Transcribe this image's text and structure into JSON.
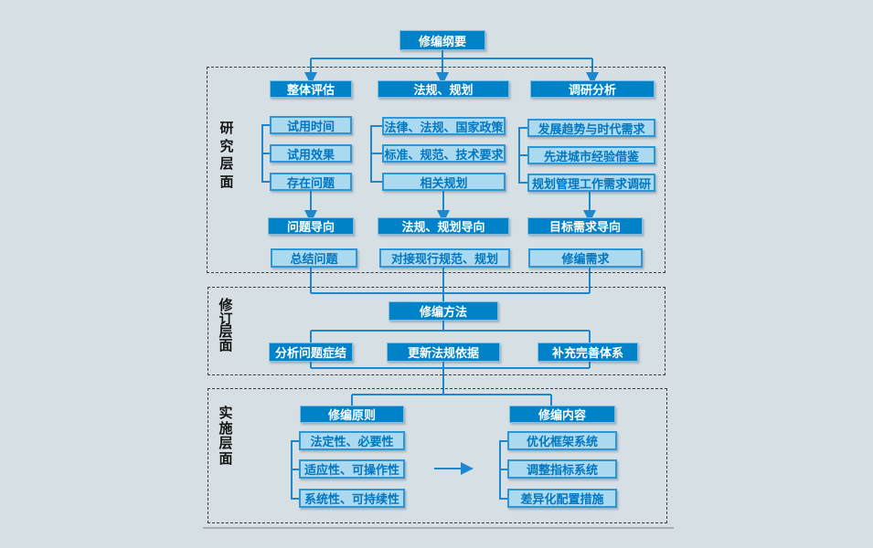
{
  "title_box": {
    "label": "修编纲要"
  },
  "side_labels": [
    "研究层面",
    "修订层面",
    "实施层面"
  ],
  "research": {
    "columns": [
      {
        "header": "整体评估",
        "items": [
          "试用时间",
          "试用效果",
          "存在问题"
        ],
        "orientation": "问题导向",
        "summary": "总结问题"
      },
      {
        "header": "法规、规划",
        "items": [
          "法律、法规、国家政策",
          "标准、规范、技术要求",
          "相关规划"
        ],
        "orientation": "法规、规划导向",
        "summary": "对接现行规范、规划"
      },
      {
        "header": "调研分析",
        "items": [
          "发展趋势与时代需求",
          "先进城市经验借鉴",
          "规划管理工作需求调研"
        ],
        "orientation": "目标需求导向",
        "summary": "修编需求"
      }
    ]
  },
  "revision": {
    "method": "修编方法",
    "items": [
      "分析问题症结",
      "更新法规依据",
      "补充完善体系"
    ]
  },
  "implementation": {
    "principles": {
      "header": "修编原则",
      "items": [
        "法定性、必要性",
        "适应性、可操作性",
        "系统性、可持续性"
      ]
    },
    "contents": {
      "header": "修编内容",
      "items": [
        "优化框架系统",
        "调整指标系统",
        "差异化配置措施"
      ]
    }
  },
  "colors": {
    "background": "#d6dfe4",
    "dark_box": "#0082c8",
    "light_box_fill": "#abd9ef",
    "light_box_border": "#2e96d4",
    "blue_text": "#0077c0",
    "connector": "#1e88cf",
    "dashed_border": "#3c3c3c"
  }
}
